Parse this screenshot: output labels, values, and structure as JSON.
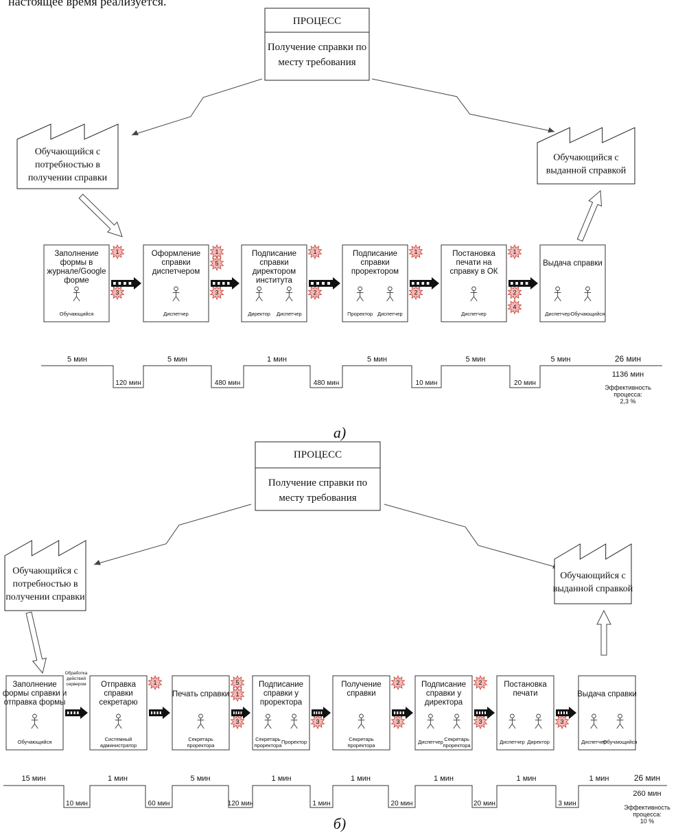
{
  "header_text": "настоящее время реализуется.",
  "panels": [
    {
      "label": "а)",
      "process_header": "ПРОЦЕСС",
      "process_title": [
        "Получение справки по",
        "месту требования"
      ],
      "supplier": [
        "Обучающийся с",
        "потребностью в",
        "получении справки"
      ],
      "customer": [
        "Обучающийся с",
        "выданной справкой"
      ],
      "steps": [
        {
          "title": [
            "Заполнение",
            "формы в",
            "журнале/Google",
            "форме"
          ],
          "actors": [
            "Обучающийся"
          ],
          "badges_top": [
            "1"
          ],
          "badges_bottom": [
            "3"
          ]
        },
        {
          "title": [
            "Оформление",
            "справки",
            "диспетчером"
          ],
          "actors": [
            "Диспетчер"
          ],
          "badges_top": [
            "1",
            "5"
          ],
          "badges_bottom": [
            "3"
          ]
        },
        {
          "title": [
            "Подписание",
            "справки",
            "директором",
            "института"
          ],
          "actors": [
            "Директор",
            "Диспетчер"
          ],
          "badges_top": [
            "1"
          ],
          "badges_bottom": [
            "2"
          ]
        },
        {
          "title": [
            "Подписание",
            "справки",
            "проректором"
          ],
          "actors": [
            "Проректор",
            "Диспетчер"
          ],
          "badges_top": [
            "1"
          ],
          "badges_bottom": [
            "2"
          ]
        },
        {
          "title": [
            "Постановка",
            "печати на",
            "справку в ОК"
          ],
          "actors": [
            "Диспетчер"
          ],
          "badges_top": [
            "1"
          ],
          "badges_bottom": [
            "2",
            "4"
          ]
        },
        {
          "title": [
            "Выдача справки"
          ],
          "actors": [
            "Диспетчер",
            "Обучающийся"
          ],
          "badges_top": [],
          "badges_bottom": []
        }
      ],
      "pre_step_note": [],
      "timeline": {
        "process_times": [
          "5 мин",
          "5 мин",
          "1 мин",
          "5 мин",
          "5 мин",
          "5 мин"
        ],
        "wait_times": [
          "120 мин",
          "480 мин",
          "480 мин",
          "10 мин",
          "20 мин"
        ],
        "total_process": "26 мин",
        "total_lead": "1136 мин",
        "efficiency": [
          "Эффективность",
          "процесса:",
          "2,3 %"
        ]
      }
    },
    {
      "label": "б)",
      "process_header": "ПРОЦЕСС",
      "process_title": [
        "Получение справки по",
        "месту требования"
      ],
      "supplier": [
        "Обучающийся с",
        "потребностью в",
        "получении справки"
      ],
      "customer": [
        "Обучающийся с",
        "выданной справкой"
      ],
      "steps": [
        {
          "title": [
            "Заполнение",
            "формы справки и",
            "отправка формы"
          ],
          "actors": [
            "Обучающийся"
          ],
          "badges_top": [],
          "badges_bottom": []
        },
        {
          "title": [
            "Отправка",
            "справки",
            "секретарю"
          ],
          "actors": [
            "Системный администратор"
          ],
          "badges_top": [
            "1"
          ],
          "badges_bottom": []
        },
        {
          "title": [
            "Печать справки"
          ],
          "actors": [
            "Секретарь проректора"
          ],
          "badges_top": [
            "5",
            "1"
          ],
          "badges_bottom": [
            "3"
          ]
        },
        {
          "title": [
            "Подписание",
            "справки у",
            "проректора"
          ],
          "actors": [
            "Секретарь проректора",
            "Проректор"
          ],
          "badges_top": [],
          "badges_bottom": [
            "3"
          ]
        },
        {
          "title": [
            "Получение",
            "справки"
          ],
          "actors": [
            "Секретарь проректора"
          ],
          "badges_top": [
            "2"
          ],
          "badges_bottom": [
            "3"
          ]
        },
        {
          "title": [
            "Подписание",
            "справки у",
            "директора"
          ],
          "actors": [
            "Диспетчер",
            "Секретарь проректора"
          ],
          "badges_top": [
            "2"
          ],
          "badges_bottom": [
            "3"
          ]
        },
        {
          "title": [
            "Постановка",
            "печати"
          ],
          "actors": [
            "Диспетчер",
            "Директор"
          ],
          "badges_top": [],
          "badges_bottom": [
            "3"
          ]
        },
        {
          "title": [
            "Выдача справки"
          ],
          "actors": [
            "Диспетчер",
            "Обучающийся"
          ],
          "badges_top": [],
          "badges_bottom": []
        }
      ],
      "pre_step_note": [
        "Обработка",
        "действий",
        "сервером"
      ],
      "timeline": {
        "process_times": [
          "15 мин",
          "1 мин",
          "5 мин",
          "1 мин",
          "1 мин",
          "1 мин",
          "1 мин",
          "1 мин"
        ],
        "wait_times": [
          "10 мин",
          "60 мин",
          "120 мин",
          "1 мин",
          "20 мин",
          "20 мин",
          "3 мин"
        ],
        "total_process": "26 мин",
        "total_lead": "260 мин",
        "efficiency": [
          "Эффективность",
          "процесса:",
          "10 %"
        ]
      }
    }
  ]
}
